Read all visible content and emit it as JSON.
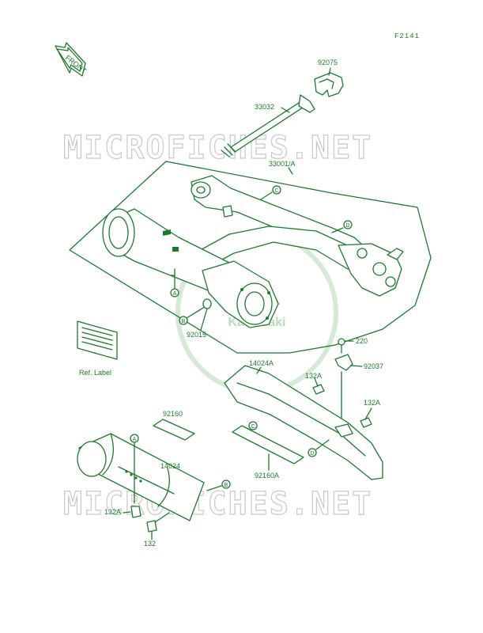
{
  "diagram_code": "F2141",
  "front_arrow_text": "FRONT",
  "watermark": {
    "text": "MICROFICHES.NET",
    "brand": "Kawasaki"
  },
  "ref_label_text": "Ref. Label",
  "part_numbers": {
    "p92075": "92075",
    "p33032": "33032",
    "p33001A": "33001/A",
    "p92015": "92015",
    "p220": "220",
    "p92037": "92037",
    "p14024A": "14024A",
    "p132A_upper": "132A",
    "p132A_right": "132A",
    "p92160": "92160",
    "p14024": "14024",
    "p92160A": "92160A",
    "p132A_lower": "132A",
    "p132": "132"
  },
  "reference_markers": {
    "A": "A",
    "B": "B",
    "C": "C",
    "D": "D"
  },
  "colors": {
    "ink": "#1d7a2c",
    "watermark": "#c9c9c9",
    "background": "#ffffff"
  }
}
